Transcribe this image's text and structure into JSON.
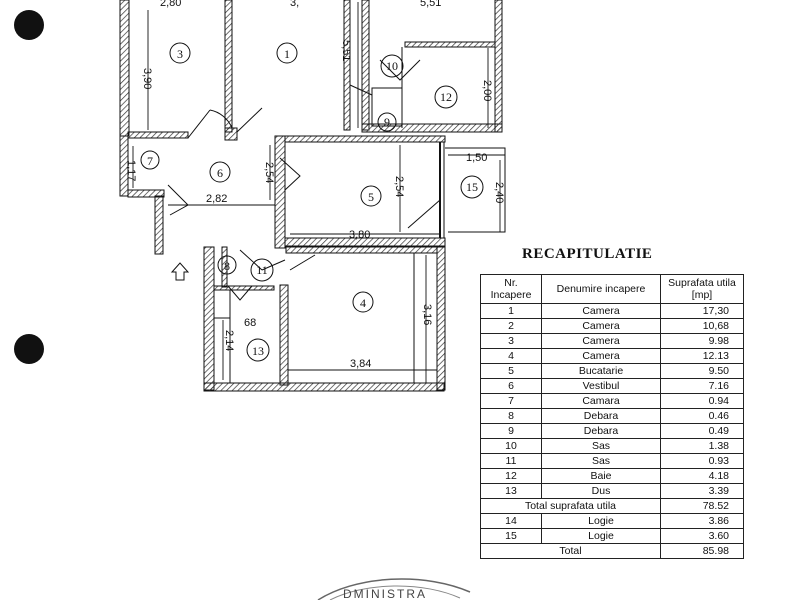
{
  "plan": {
    "top_dims": [
      "2,80",
      "3,",
      "5,51"
    ],
    "dims": {
      "d390": "3,90",
      "d551": "5,51",
      "d200": "2,00",
      "d117": "1,17",
      "d254a": "2,54",
      "d254b": "2,54",
      "d282": "2,82",
      "d380": "3,80",
      "d150": "1,50",
      "d240": "2,40",
      "d316": "3,16",
      "d384": "3,84",
      "d214": "2,14",
      "d68": "68"
    },
    "rooms": [
      "1",
      "3",
      "4",
      "5",
      "6",
      "7",
      "8",
      "9",
      "10",
      "11",
      "12",
      "13",
      "15"
    ],
    "stamp_text": "DMINISTRA"
  },
  "recap": {
    "title": "RECAPITULATIE",
    "headers": {
      "nr": "Nr. Incapere",
      "name": "Denumire incapere",
      "area": "Suprafata utila [mp]"
    },
    "rows": [
      {
        "nr": "1",
        "name": "Camera",
        "area": "17,30"
      },
      {
        "nr": "2",
        "name": "Camera",
        "area": "10,68"
      },
      {
        "nr": "3",
        "name": "Camera",
        "area": "9.98"
      },
      {
        "nr": "4",
        "name": "Camera",
        "area": "12.13"
      },
      {
        "nr": "5",
        "name": "Bucatarie",
        "area": "9.50"
      },
      {
        "nr": "6",
        "name": "Vestibul",
        "area": "7.16"
      },
      {
        "nr": "7",
        "name": "Camara",
        "area": "0.94"
      },
      {
        "nr": "8",
        "name": "Debara",
        "area": "0.46"
      },
      {
        "nr": "9",
        "name": "Debara",
        "area": "0.49"
      },
      {
        "nr": "10",
        "name": "Sas",
        "area": "1.38"
      },
      {
        "nr": "11",
        "name": "Sas",
        "area": "0.93"
      },
      {
        "nr": "12",
        "name": "Baie",
        "area": "4.18"
      },
      {
        "nr": "13",
        "name": "Dus",
        "area": "3.39"
      }
    ],
    "total_util_label": "Total suprafata utila",
    "total_util_value": "78.52",
    "logia_rows": [
      {
        "nr": "14",
        "name": "Logie",
        "area": "3.86"
      },
      {
        "nr": "15",
        "name": "Logie",
        "area": "3.60"
      }
    ],
    "total_label": "Total",
    "total_value": "85.98"
  }
}
